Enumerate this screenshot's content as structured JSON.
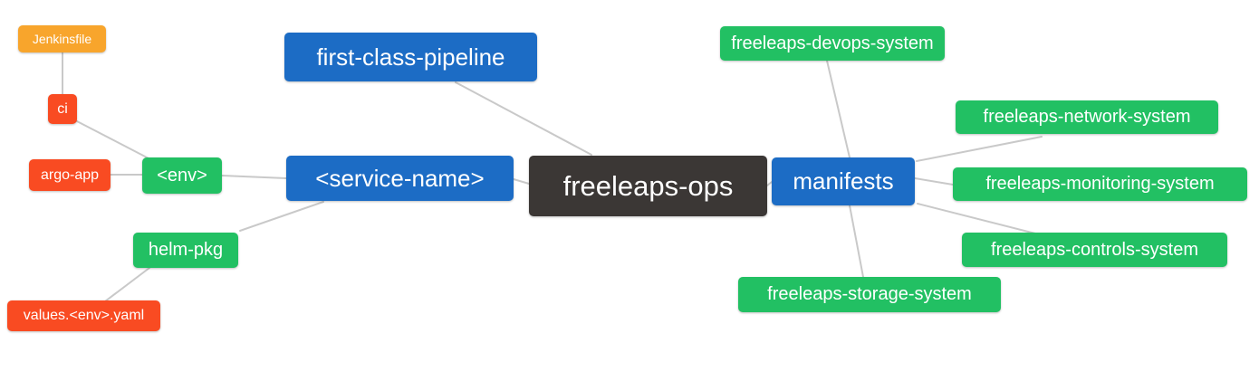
{
  "mindmap": {
    "type": "mindmap-diagram",
    "background": "#ffffff",
    "palette": {
      "root_dark": "#3b3735",
      "level1_blue": "#1c6cc5",
      "level2_green": "#22c063",
      "level3_red": "#f94b22",
      "level4_amber": "#f8a52c",
      "edge_gray": "#c9c9c9",
      "text_white": "#ffffff"
    },
    "nodes": [
      {
        "id": "jenkinsfile",
        "label": "Jenkinsfile",
        "level": 4,
        "color_role": "level4_amber"
      },
      {
        "id": "ci",
        "label": "ci",
        "level": 3,
        "color_role": "level3_red"
      },
      {
        "id": "argo-app",
        "label": "argo-app",
        "level": 3,
        "color_role": "level3_red"
      },
      {
        "id": "env",
        "label": "<env>",
        "level": 2,
        "color_role": "level2_green"
      },
      {
        "id": "helm-pkg",
        "label": "helm-pkg",
        "level": 2,
        "color_role": "level2_green"
      },
      {
        "id": "values-env-yaml",
        "label": "values.<env>.yaml",
        "level": 3,
        "color_role": "level3_red"
      },
      {
        "id": "first-class-pipeline",
        "label": "first-class-pipeline",
        "level": 1,
        "color_role": "level1_blue"
      },
      {
        "id": "service-name",
        "label": "<service-name>",
        "level": 1,
        "color_role": "level1_blue"
      },
      {
        "id": "freeleaps-ops",
        "label": "freeleaps-ops",
        "level": 0,
        "color_role": "root_dark"
      },
      {
        "id": "manifests",
        "label": "manifests",
        "level": 1,
        "color_role": "level1_blue"
      },
      {
        "id": "freeleaps-devops-system",
        "label": "freeleaps-devops-system",
        "level": 2,
        "color_role": "level2_green"
      },
      {
        "id": "freeleaps-network-system",
        "label": "freeleaps-network-system",
        "level": 2,
        "color_role": "level2_green"
      },
      {
        "id": "freeleaps-monitoring-system",
        "label": "freeleaps-monitoring-system",
        "level": 2,
        "color_role": "level2_green"
      },
      {
        "id": "freeleaps-controls-system",
        "label": "freeleaps-controls-system",
        "level": 2,
        "color_role": "level2_green"
      },
      {
        "id": "freeleaps-storage-system",
        "label": "freeleaps-storage-system",
        "level": 2,
        "color_role": "level2_green"
      }
    ],
    "edges": [
      {
        "from": "jenkinsfile",
        "to": "ci"
      },
      {
        "from": "ci",
        "to": "env"
      },
      {
        "from": "argo-app",
        "to": "env"
      },
      {
        "from": "env",
        "to": "service-name"
      },
      {
        "from": "helm-pkg",
        "to": "service-name"
      },
      {
        "from": "values-env-yaml",
        "to": "helm-pkg"
      },
      {
        "from": "first-class-pipeline",
        "to": "freeleaps-ops"
      },
      {
        "from": "service-name",
        "to": "freeleaps-ops"
      },
      {
        "from": "freeleaps-ops",
        "to": "manifests"
      },
      {
        "from": "manifests",
        "to": "freeleaps-devops-system"
      },
      {
        "from": "manifests",
        "to": "freeleaps-network-system"
      },
      {
        "from": "manifests",
        "to": "freeleaps-monitoring-system"
      },
      {
        "from": "manifests",
        "to": "freeleaps-controls-system"
      },
      {
        "from": "manifests",
        "to": "freeleaps-storage-system"
      }
    ]
  }
}
